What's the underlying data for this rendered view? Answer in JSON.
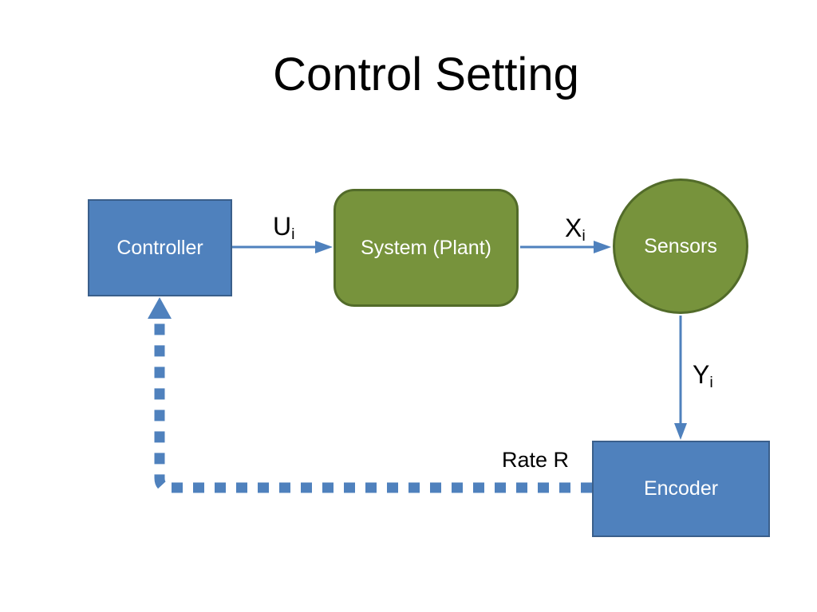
{
  "title": "Control Setting",
  "colors": {
    "blue_fill": "#4F81BD",
    "blue_border": "#3A5F8B",
    "green_fill": "#77933C",
    "green_border": "#526B29",
    "arrow": "#4F81BD",
    "label_text": "#000000",
    "node_text": "#FFFFFF",
    "background": "#FFFFFF"
  },
  "nodes": [
    {
      "id": "controller",
      "label": "Controller",
      "shape": "rectangle",
      "fill": "blue"
    },
    {
      "id": "system",
      "label": "System (Plant)",
      "shape": "rounded-rectangle",
      "fill": "green"
    },
    {
      "id": "sensors",
      "label": "Sensors",
      "shape": "circle",
      "fill": "green"
    },
    {
      "id": "encoder",
      "label": "Encoder",
      "shape": "rectangle",
      "fill": "blue"
    }
  ],
  "edges": [
    {
      "from": "controller",
      "to": "system",
      "label": "U",
      "label_sub": "i",
      "style": "solid-arrow"
    },
    {
      "from": "system",
      "to": "sensors",
      "label": "X",
      "label_sub": "i",
      "style": "solid-arrow"
    },
    {
      "from": "sensors",
      "to": "encoder",
      "label": "Y",
      "label_sub": "i",
      "style": "solid-arrow"
    },
    {
      "from": "encoder",
      "to": "controller",
      "label": "Rate R",
      "style": "dashed-arrow"
    }
  ]
}
